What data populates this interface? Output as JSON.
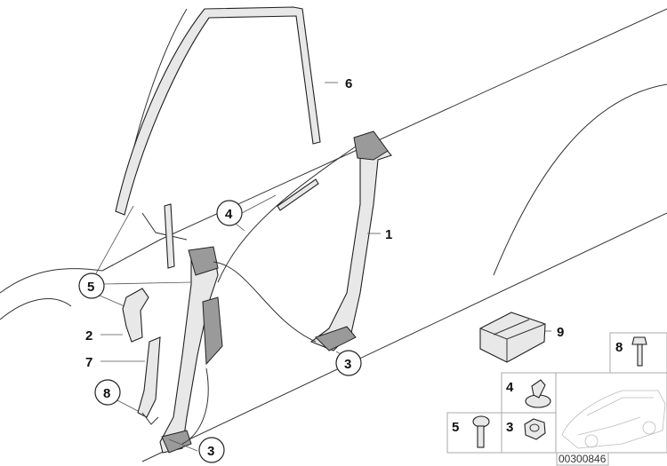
{
  "callouts": {
    "window_guide": "6",
    "cable_clip_upper": "4",
    "window_regulator": "1",
    "screw_upper": "5",
    "motor": "2",
    "guide_rail": "7",
    "bolt_lower": "8",
    "nut_right": "3",
    "nut_bottom": "3",
    "repair_kit": "9"
  },
  "legend": {
    "bolt": "8",
    "clip": "4",
    "screw": "5",
    "nut": "3"
  },
  "diagram_code": "00300846"
}
